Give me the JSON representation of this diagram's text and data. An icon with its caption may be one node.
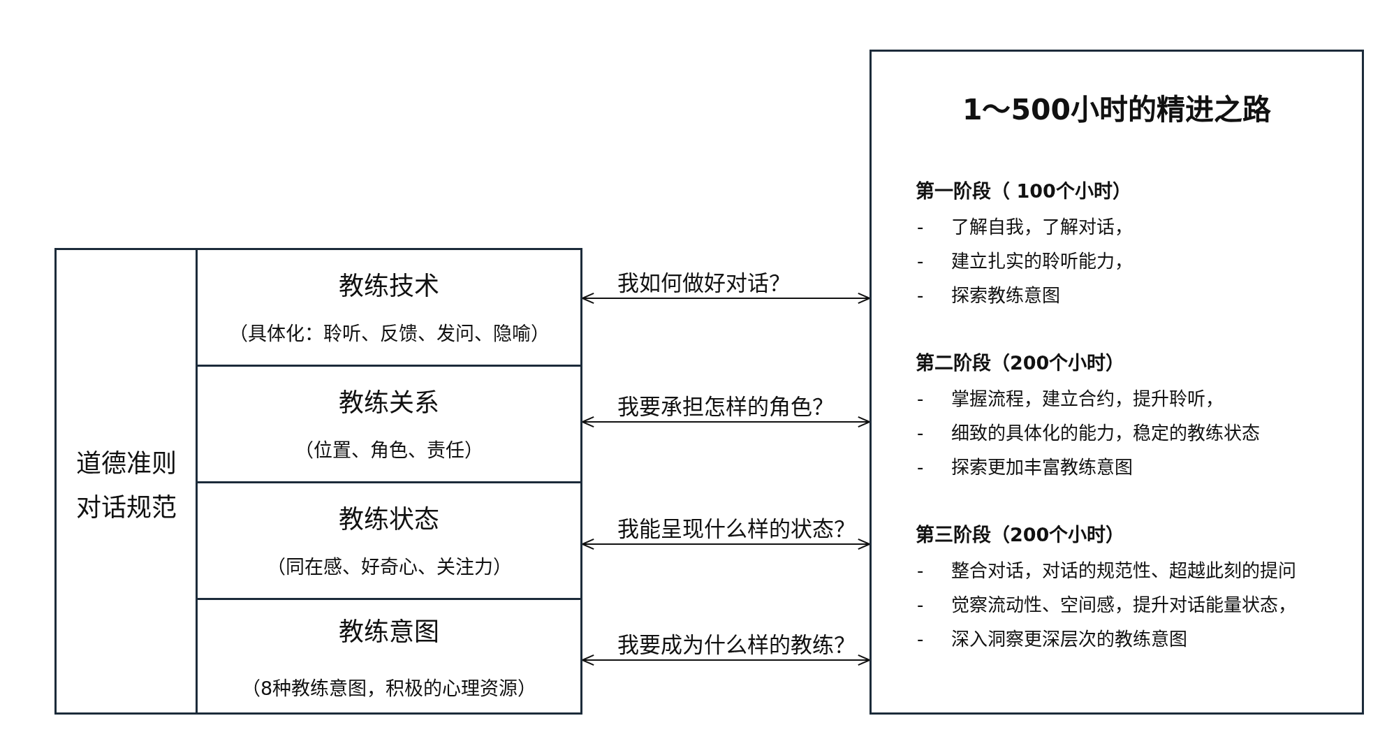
{
  "diagram": {
    "nodes": [
      {
        "text": [
          "道德准则",
          "对话规范"
        ]
      },
      {
        "text": [
          "教练技术",
          "（具体化：聆听、反馈、发问、隐喻）"
        ]
      },
      {
        "text": [
          "教练关系",
          "（位置、角色、责任）"
        ]
      },
      {
        "text": [
          "教练状态",
          "（同在感、好奇心、关注力）"
        ]
      },
      {
        "text": [
          "教练意图",
          "（8种教练意图，积极的心理资源）"
        ]
      },
      {
        "text": [
          "1～500小时的精进之路",
          "第一阶段（ 100个小时）",
          "-",
          "了解自我，了解对话，",
          "-",
          "建立扎实的聆听能力，",
          "-",
          "探索教练意图",
          "第二阶段（200个小时）",
          "-",
          "掌握流程，建立合约，提升聆听，",
          "-",
          "细致的具体化的能力，稳定的教练状态",
          "-",
          "探索更加丰富教练意图",
          "第三阶段（200个小时）",
          "-",
          "整合对话，对话的规范性、超越此刻的提问",
          "-",
          "觉察流动性、空间感，提升对话能量状态，",
          "-",
          "深入洞察更深层次的教练意图"
        ]
      }
    ],
    "edges": [
      {
        "from": 1,
        "to": 5,
        "arrow": "both",
        "label": "我如何做好对话？"
      },
      {
        "from": 2,
        "to": 5,
        "arrow": "both",
        "label": "我要承担怎样的角色？"
      },
      {
        "from": 3,
        "to": 5,
        "arrow": "both",
        "label": "我能呈现什么样的状态？"
      },
      {
        "from": 4,
        "to": 5,
        "arrow": "both",
        "label": "我要成为什么样的教练？"
      }
    ]
  }
}
